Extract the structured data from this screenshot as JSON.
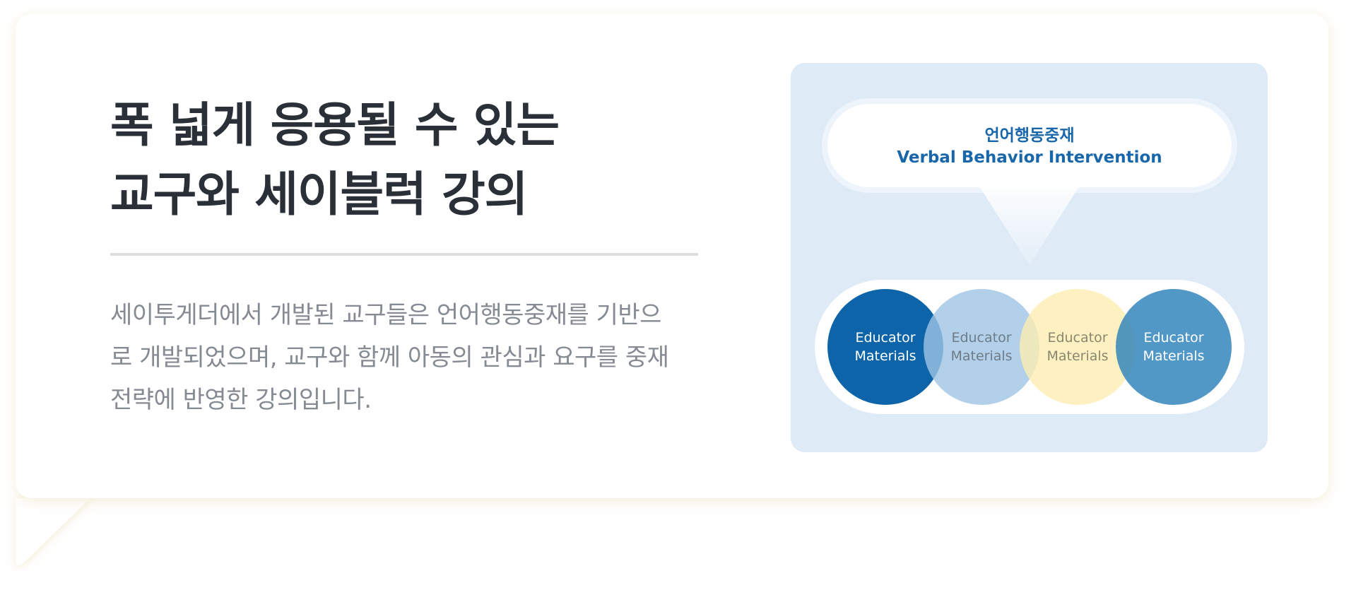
{
  "heading": {
    "line1": "폭 넓게 응용될 수 있는",
    "line2": "교구와 세이블럭 강의"
  },
  "description": {
    "line1": "세이투게더에서 개발된 교구들은 언어행동중재를 기반으",
    "line2": "로 개발되었으며, 교구와 함께 아동의 관심과 요구를 중재",
    "line3": "전략에 반영한 강의입니다."
  },
  "diagram": {
    "top_label_ko": "언어행동중재",
    "top_label_en": "Verbal Behavior Intervention",
    "circles": [
      {
        "line1": "Educator",
        "line2": "Materials",
        "color": "#0e64a8"
      },
      {
        "line1": "Educator",
        "line2": "Materials",
        "color": "#9fc4e4"
      },
      {
        "line1": "Educator",
        "line2": "Materials",
        "color": "#fdeeb2"
      },
      {
        "line1": "Educator",
        "line2": "Materials",
        "color": "#2c81bb"
      }
    ]
  },
  "colors": {
    "accent": "#1967aa",
    "panel_bg": "#deebf7",
    "heading": "#2a2f38",
    "body_text": "#858a93"
  }
}
